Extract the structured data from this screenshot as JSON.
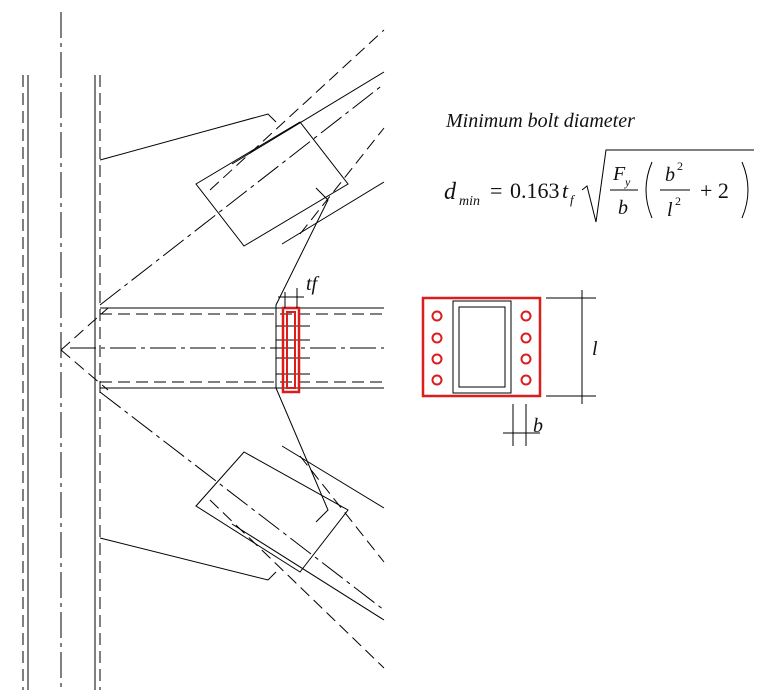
{
  "formula": {
    "title": "Minimum bolt diameter",
    "lhs_symbol": "d",
    "lhs_subscript": "min",
    "equals": "=",
    "coefficient": "0.163",
    "thickness_symbol": "t",
    "thickness_subscript": "f",
    "fy_symbol": "F",
    "fy_subscript": "y",
    "b_symbol": "b",
    "b2_base": "b",
    "b2_exp": "2",
    "l2_base": "l",
    "l2_exp": "2",
    "plus_two": "+ 2"
  },
  "labels": {
    "tf": "tf",
    "l": "l",
    "b": "b"
  },
  "colors": {
    "highlight": "#dd1c1c",
    "line": "#000000"
  }
}
